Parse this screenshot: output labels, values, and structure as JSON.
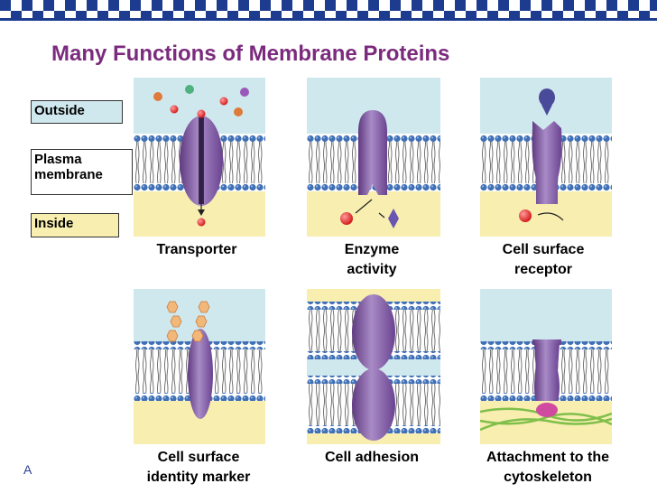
{
  "title": "Many Functions of Membrane Proteins",
  "legend": {
    "outside": "Outside",
    "plasma_membrane_line1": "Plasma",
    "plasma_membrane_line2": "membrane",
    "inside": "Inside"
  },
  "panels": [
    {
      "caption_line1": "Transporter",
      "caption_line2": ""
    },
    {
      "caption_line1": "Enzyme",
      "caption_line2": "activity"
    },
    {
      "caption_line1": "Cell surface",
      "caption_line2": "receptor"
    },
    {
      "caption_line1": "Cell surface",
      "caption_line2": "identity marker"
    },
    {
      "caption_line1": "Cell adhesion",
      "caption_line2": ""
    },
    {
      "caption_line1": "Attachment to the",
      "caption_line2": "cytoskeleton"
    }
  ],
  "corner_mark": "A",
  "colors": {
    "title": "#7b2b7d",
    "outside_fluid": "#cfe8ee",
    "inside_fluid": "#f7eeb0",
    "phospholipid_head": "#3f6fb5",
    "protein": "#8a5aa8",
    "topbar": "#1d3c8f"
  }
}
